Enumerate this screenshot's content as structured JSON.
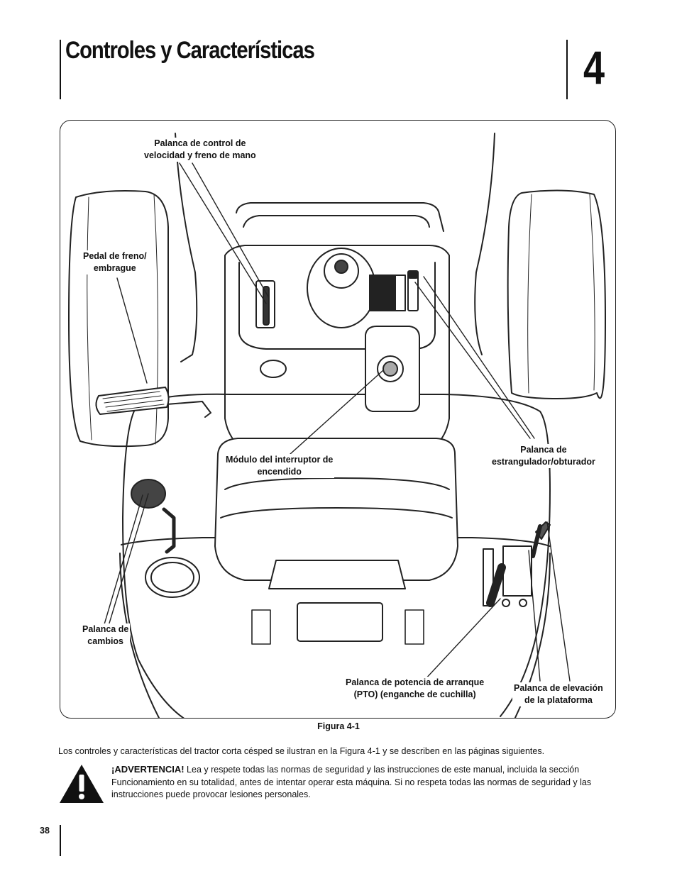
{
  "header": {
    "title": "Controles y Características",
    "chapter": "4"
  },
  "figure": {
    "callouts": {
      "speed_lever_line1": "Palanca de control de",
      "speed_lever_line2": "velocidad y freno de mano",
      "brake_pedal_line1": "Pedal de freno/",
      "brake_pedal_line2": "embrague",
      "ignition_line1": "Módulo del interruptor de",
      "ignition_line2": "encendido",
      "throttle_line1": "Palanca de",
      "throttle_line2": "estrangulador/obturador",
      "shift_line1": "Palanca de",
      "shift_line2": "cambios",
      "pto_line1": "Palanca de potencia de arranque",
      "pto_line2": "(PTO) (enganche de cuchilla)",
      "deck_lift_line1": "Palanca de elevación",
      "deck_lift_line2": "de la plataforma"
    },
    "caption": "Figura 4-1"
  },
  "body": {
    "intro": "Los controles y características del tractor corta césped se ilustran en la Figura 4-1 y se describen en las páginas siguientes.",
    "warning_heading": "¡ADVERTENCIA!",
    "warning_text": " Lea y respete todas las normas de seguridad y las instrucciones de este manual, incluida la sección Funcionamiento en su totalidad, antes de intentar operar esta máquina. Si no respeta todas las normas de seguridad y las instrucciones puede provocar lesiones personales."
  },
  "footer": {
    "page_number": "38"
  },
  "icons": {
    "warning": "warning-triangle-icon"
  }
}
